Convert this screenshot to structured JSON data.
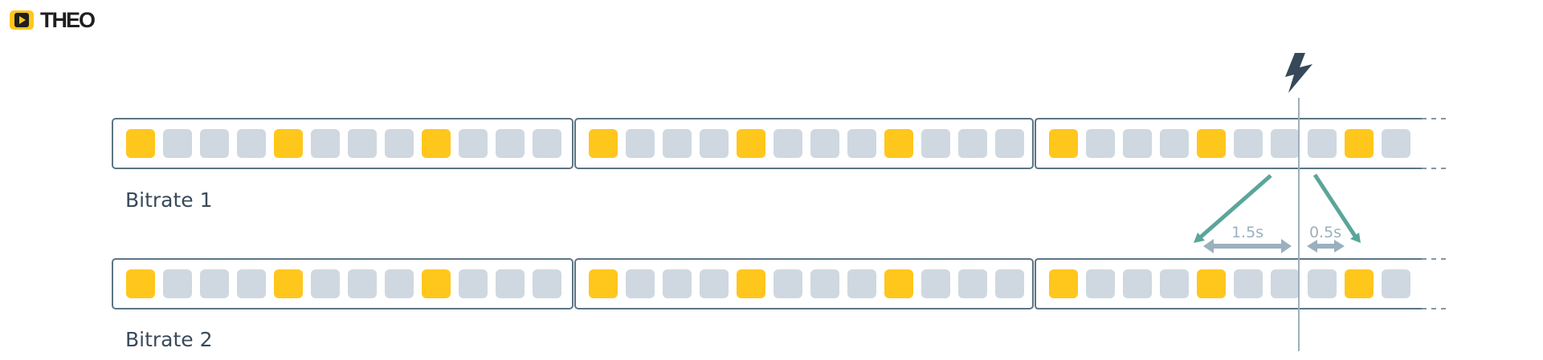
{
  "logo": {
    "text": "THEO",
    "icon": "play-icon"
  },
  "rows": [
    {
      "label": "Bitrate 1"
    },
    {
      "label": "Bitrate 2"
    }
  ],
  "segments_per_row": 3,
  "frames_per_segment": 12,
  "frames_last_segment": 10,
  "keyframe_every": 4,
  "durations": [
    "1.5s",
    "0.5s"
  ],
  "switch_icon": "lightning-icon",
  "colors": {
    "keyframe": "#FFC61C",
    "frame": "#CFD8E0",
    "outline": "#5C7584",
    "arrow_switch": "#5BA59A",
    "arrow_duration": "#9BB0BE",
    "switch_line": "#9DB0BE",
    "lightning": "#36485A"
  }
}
